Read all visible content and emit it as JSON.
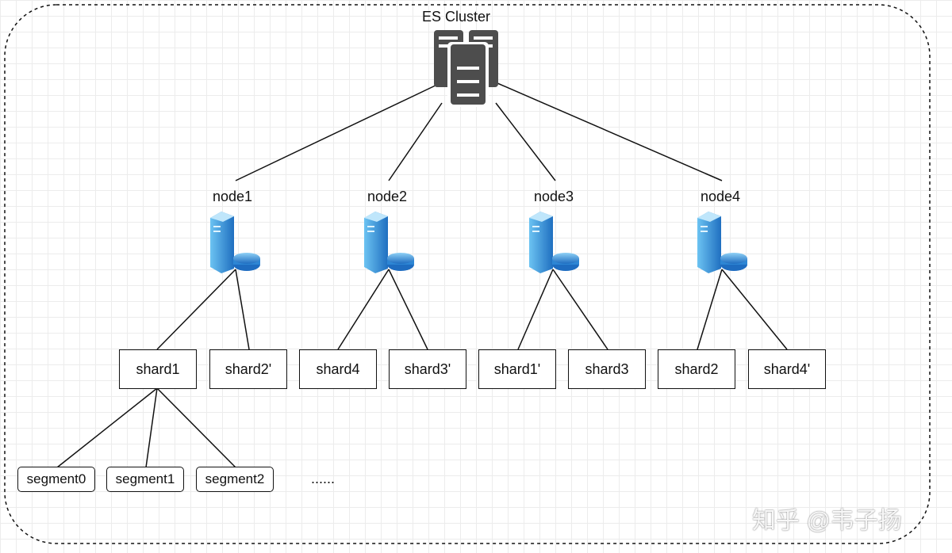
{
  "cluster": {
    "title": "ES Cluster",
    "icon": "server-cluster-icon"
  },
  "nodes": [
    {
      "label": "node1",
      "icon": "server-database-icon"
    },
    {
      "label": "node2",
      "icon": "server-database-icon"
    },
    {
      "label": "node3",
      "icon": "server-database-icon"
    },
    {
      "label": "node4",
      "icon": "server-database-icon"
    }
  ],
  "shards": [
    "shard1",
    "shard2'",
    "shard4",
    "shard3'",
    "shard1'",
    "shard3",
    "shard2",
    "shard4'"
  ],
  "segments": [
    "segment0",
    "segment1",
    "segment2"
  ],
  "ellipsis": "......",
  "watermark": "知乎 @韦子扬",
  "colors": {
    "cluster_icon": "#4d4d4d",
    "node_icon": "#2e8fd8",
    "line": "#111111"
  }
}
